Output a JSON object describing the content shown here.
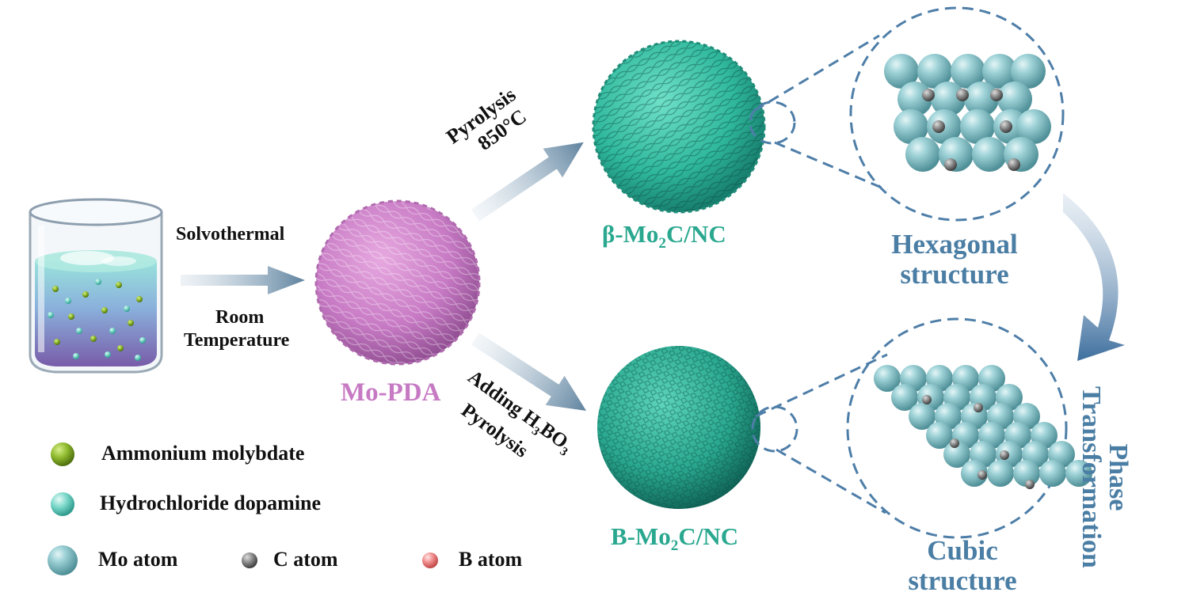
{
  "step_labels": {
    "solvothermal": "Solvothermal",
    "room": "Room",
    "temperature": "Temperature",
    "pyrolysis": "Pyrolysis",
    "pyrolysis_temp": "850°C",
    "adding": "Adding H",
    "adding_sub1": "3",
    "adding_bo": "BO",
    "adding_sub2": "3",
    "pyrolysis2": "Pyrolysis"
  },
  "products": {
    "mo_pda": "Mo-PDA",
    "beta_prefix": "β-Mo",
    "beta_sub": "2",
    "beta_suffix": "C/NC",
    "b_prefix": "B-Mo",
    "b_sub": "2",
    "b_suffix": "C/NC"
  },
  "structures": {
    "hex_line1": "Hexagonal",
    "hex_line2": "structure",
    "cubic_line1": "Cubic",
    "cubic_line2": "structure",
    "phase_line1": "Phase",
    "phase_line2": "Transformation"
  },
  "legend": {
    "ammonium": "Ammonium molybdate",
    "dopamine": "Hydrochloride dopamine",
    "mo_atom": "Mo atom",
    "c_atom": "C atom",
    "b_atom": "B atom"
  },
  "colors": {
    "pink": "#c77ac4",
    "teal": "#2aa88f",
    "blue_text": "#4b7ea4",
    "arrow": "#5e829e",
    "dash": "#4e7ea8",
    "mo_atom": "#7cc0c6",
    "c_atom": "#888888"
  },
  "icons": {
    "beaker": "beaker-icon",
    "mo_pda_sphere": "pink-nanoflower-sphere",
    "beta_sphere": "teal-nanoflower-sphere",
    "b_sphere": "teal-nanoparticle-sphere"
  }
}
